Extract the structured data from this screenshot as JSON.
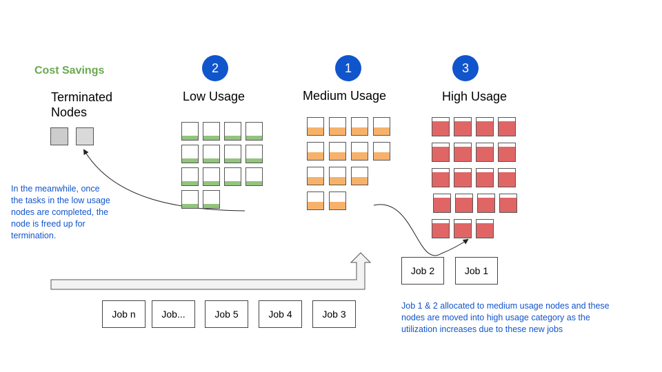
{
  "cost_savings": {
    "label": "Cost Savings",
    "color": "#6aa84f"
  },
  "terminated": {
    "title_line1": "Terminated",
    "title_line2": "Nodes",
    "node_colors": [
      "#cccccc",
      "#d9d9d9"
    ]
  },
  "groups": [
    {
      "id": "low",
      "step": "2",
      "title": "Low Usage",
      "fill_color": "#93c47d",
      "fill_level": 0.25,
      "row_counts": [
        4,
        4,
        4,
        2
      ]
    },
    {
      "id": "medium",
      "step": "1",
      "title": "Medium Usage",
      "fill_color": "#f6b26b",
      "fill_level": 0.45,
      "row_counts": [
        4,
        4,
        3,
        2
      ]
    },
    {
      "id": "high",
      "step": "3",
      "title": "High Usage",
      "fill_color": "#e06666",
      "fill_level": 0.8,
      "row_counts": [
        4,
        4,
        4,
        4,
        3
      ]
    }
  ],
  "pending_jobs": [
    "Job n",
    "Job...",
    "Job 5",
    "Job 4",
    "Job 3"
  ],
  "allocated_jobs": [
    "Job 2",
    "Job 1"
  ],
  "notes": {
    "left_lines": [
      "In the meanwhile, once",
      "the tasks in the low usage",
      "nodes are completed, the",
      "node is freed up for",
      "termination."
    ],
    "right_lines": [
      "Job 1 & 2 allocated to medium usage nodes and these",
      "nodes are moved into high usage category as the",
      "utilization increases due to these new jobs"
    ]
  },
  "step_color": "#1155cc"
}
